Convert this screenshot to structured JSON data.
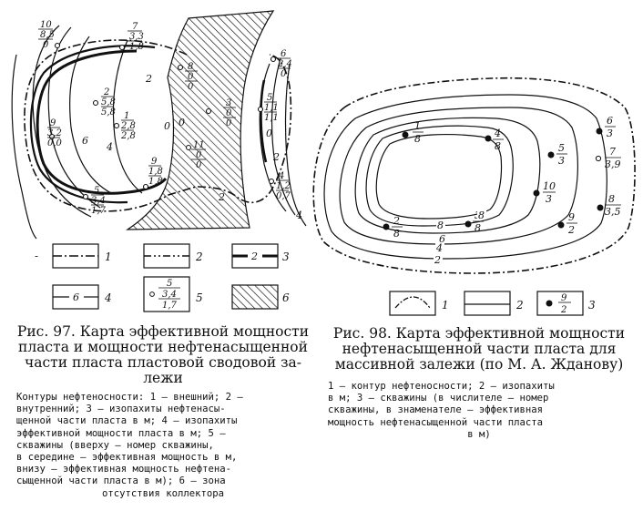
{
  "fig97": {
    "caption_lines": [
      "Рис. 97. Карта эффективной мощности",
      "пласта и мощности нефтенасыщенной",
      "части пласта пластовой сводовой за-",
      "лежи"
    ],
    "explanation_lines": [
      "Контуры нефтеносности: 1 — внешний; 2 —",
      "внутренний; 3 — изопахиты нефтенасы-",
      "щенной части пласта в м; 4 — изопахиты",
      "эффективной мощности пласта в м; 5 —",
      "скважины (вверху — номер скважины,",
      "в середине — эффективная мощность в м,",
      "внизу — эффективная мощность нефтена-",
      "сыщенной части пласта в м); 6 — зона",
      "отсутствия коллектора"
    ],
    "wells": [
      {
        "num": "10",
        "mid": "8,5",
        "bot": "0"
      },
      {
        "num": "7",
        "mid": "3,3",
        "bot": "1,8"
      },
      {
        "num": "8",
        "mid": "0",
        "bot": "0"
      },
      {
        "num": "6",
        "mid": "2,4",
        "bot": "0"
      },
      {
        "num": "2",
        "mid": "5,8",
        "bot": "5,8"
      },
      {
        "num": "1",
        "mid": "2,8",
        "bot": "2,8"
      },
      {
        "num": "3",
        "mid": "0",
        "bot": "0"
      },
      {
        "num": "5",
        "mid": "1,1",
        "bot": "1,1"
      },
      {
        "num": "9",
        "mid": "3,2",
        "bot": "0,0"
      },
      {
        "num": "11",
        "mid": "0",
        "bot": "0"
      },
      {
        "num": "9",
        "mid": "1,8",
        "bot": "1,8"
      },
      {
        "num": "4",
        "mid": "1,2",
        "bot": "0,7"
      },
      {
        "num": "5",
        "mid": "3,4",
        "bot": "1,7"
      }
    ],
    "contour_labels": [
      "6",
      "4",
      "2",
      "0",
      "0",
      "2",
      "0",
      "2",
      "4"
    ],
    "legend": {
      "numbers": [
        "1",
        "2",
        "3",
        "4",
        "5",
        "6"
      ],
      "line3_value": "2",
      "line4_value": "6",
      "well_num": "5",
      "well_mid": "3,4",
      "well_bot": "1,7"
    }
  },
  "fig98": {
    "caption_lines": [
      "Рис. 98. Карта эффективной мощности",
      "нефтенасыщенной части пласта для",
      "массивной залежи (по М. А. Жданову)"
    ],
    "explanation_lines": [
      "1 — контур нефтеносности; 2 — изопахиты",
      "в м; 3 — скважины (в числителе — номер",
      "скважины, в знаменателе — эффективная",
      "мощность нефтенасыщенной части пласта",
      "в м)"
    ],
    "wells": [
      {
        "num": "1",
        "val": "8"
      },
      {
        "num": "4",
        "val": "8"
      },
      {
        "num": "6",
        "val": "3"
      },
      {
        "num": "5",
        "val": "3"
      },
      {
        "num": "7",
        "val": "3,9"
      },
      {
        "num": "10",
        "val": "3"
      },
      {
        "num": "3",
        "val": "8"
      },
      {
        "num": "2",
        "val": "8"
      },
      {
        "num": "9",
        "val": "2"
      },
      {
        "num": "8",
        "val": "3,5"
      }
    ],
    "contour_labels": [
      "8",
      "8",
      "6",
      "4",
      "2"
    ],
    "legend": {
      "numbers": [
        "1",
        "2",
        "3"
      ],
      "well_num": "9",
      "well_val": "2"
    }
  }
}
